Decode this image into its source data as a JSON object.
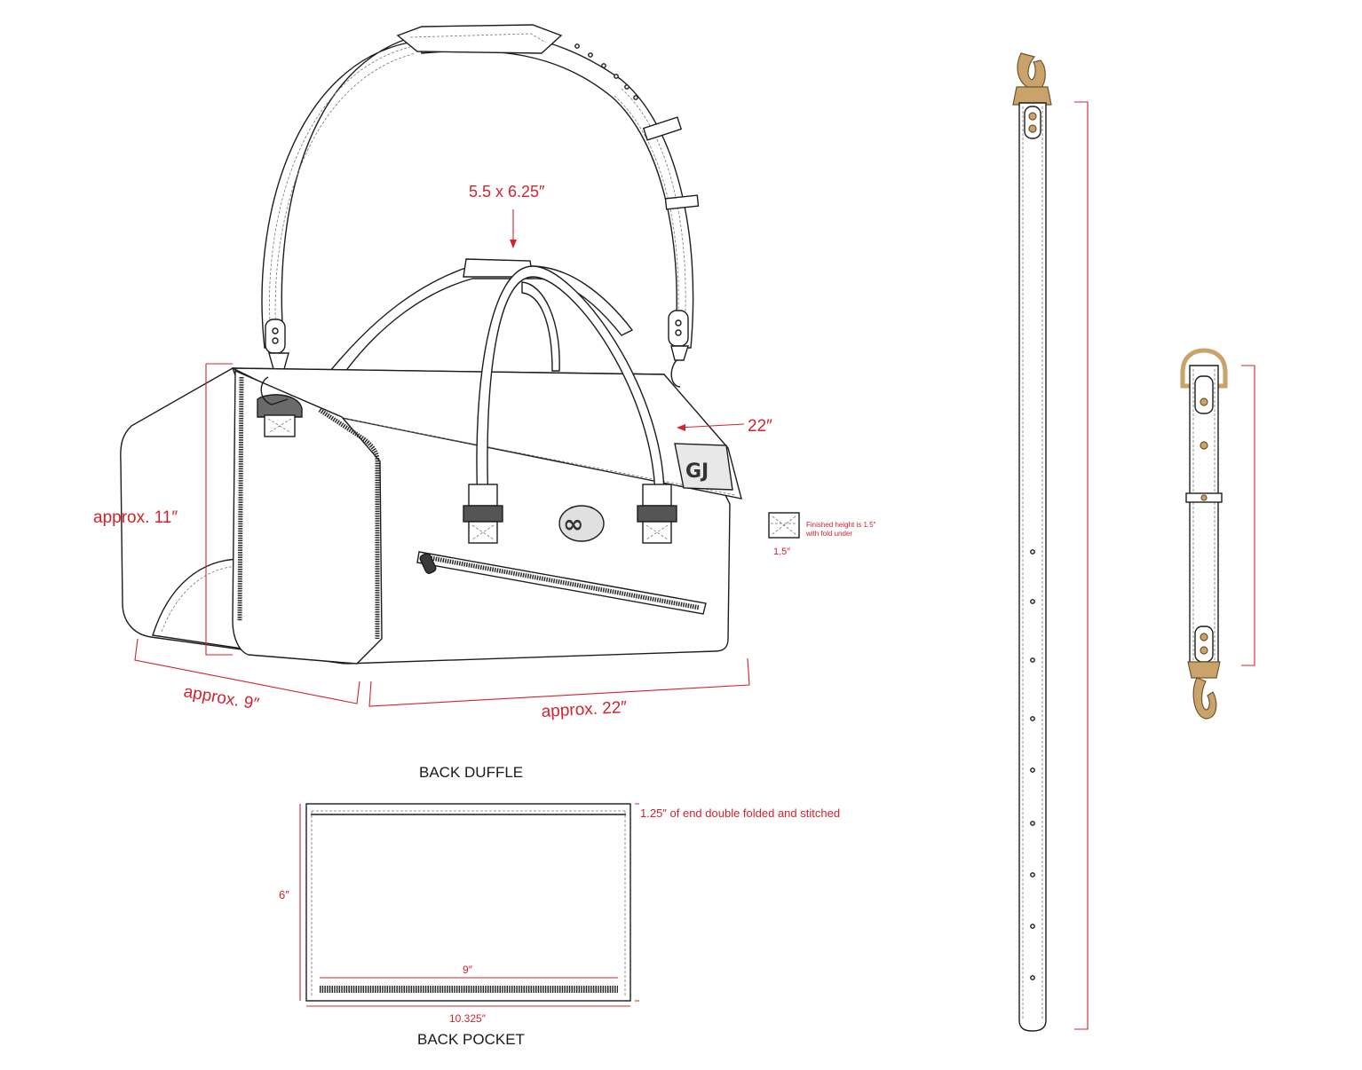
{
  "labels": {
    "handle_wrap": "5.5 x 6.25″",
    "side_height": "approx. 11″",
    "depth": "approx. 9″",
    "length": "approx. 22″",
    "handle_length": "22″",
    "tab_note_line1": "Finished height is 1.5″",
    "tab_note_line2": "with fold under",
    "tab_width": "1.5″",
    "back_duffle": "BACK DUFFLE",
    "pocket_fold_note": "1.25″ of end double folded and stitched",
    "pocket_height": "6″",
    "pocket_zip_length": "9″",
    "pocket_width": "10.325″",
    "back_pocket": "BACK POCKET"
  },
  "colors": {
    "dimension": "#d3232e",
    "outline": "#1d1d1d",
    "hardware": "#c9a36a"
  },
  "icons": {
    "front_logo": "gj-logo-icon",
    "center_logo": "infinity-logo-icon"
  }
}
